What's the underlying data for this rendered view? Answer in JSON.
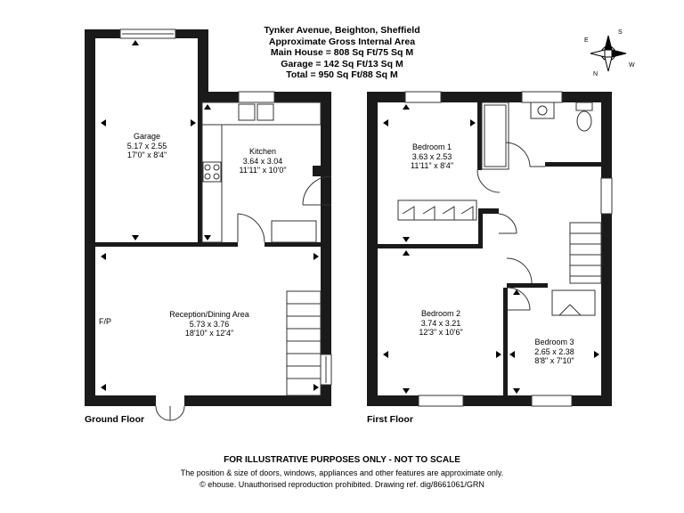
{
  "header": {
    "address": "Tynker Avenue, Beighton, Sheffield",
    "area_title": "Approximate Gross Internal Area",
    "main_house": "Main House = 808 Sq Ft/75 Sq M",
    "garage": "Garage = 142 Sq Ft/13 Sq M",
    "total": "Total = 950 Sq Ft/88 Sq M"
  },
  "compass": {
    "n": "N",
    "e": "E",
    "s": "S",
    "w": "W"
  },
  "ground_floor": {
    "label": "Ground Floor",
    "garage": {
      "name": "Garage",
      "metric": "5.17 x 2.55",
      "imperial": "17'0\" x 8'4\""
    },
    "kitchen": {
      "name": "Kitchen",
      "metric": "3.64 x 3.04",
      "imperial": "11'11\" x 10'0\""
    },
    "reception": {
      "name": "Reception/Dining Area",
      "metric": "5.73 x 3.76",
      "imperial": "18'10\" x 12'4\""
    },
    "fireplace": "F/P"
  },
  "first_floor": {
    "label": "First Floor",
    "bedroom1": {
      "name": "Bedroom 1",
      "metric": "3.63 x 2.53",
      "imperial": "11'11\" x 8'4\""
    },
    "bedroom2": {
      "name": "Bedroom 2",
      "metric": "3.74 x 3.21",
      "imperial": "12'3\" x 10'6\""
    },
    "bedroom3": {
      "name": "Bedroom 3",
      "metric": "2.65 x 2.38",
      "imperial": "8'8\" x 7'10\""
    }
  },
  "footer": {
    "disclaimer": "FOR ILLUSTRATIVE PURPOSES ONLY - NOT TO SCALE",
    "note": "The position & size of doors, windows, appliances and other features are approximate only.",
    "copyright": "© ehouse. Unauthorised reproduction prohibited. Drawing ref. dig/8661061/GRN"
  }
}
